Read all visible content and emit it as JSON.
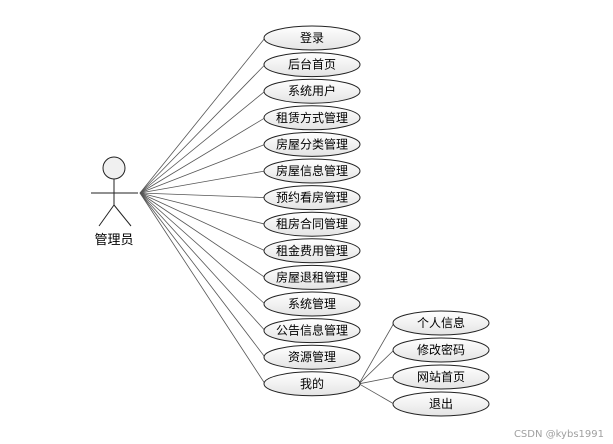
{
  "diagram": {
    "actor": {
      "label": "管理员"
    },
    "use_cases": [
      "登录",
      "后台首页",
      "系统用户",
      "租赁方式管理",
      "房屋分类管理",
      "房屋信息管理",
      "预约看房管理",
      "租房合同管理",
      "租金费用管理",
      "房屋退租管理",
      "系统管理",
      "公告信息管理",
      "资源管理",
      "我的"
    ],
    "sub_use_cases": [
      "个人信息",
      "修改密码",
      "网站首页",
      "退出"
    ],
    "colors": {
      "ellipse_fill_top": "#ffffff",
      "ellipse_fill_bottom": "#e6e6e6",
      "stroke": "#222222",
      "line": "#555555"
    }
  },
  "watermark": "CSDN @kybs1991"
}
